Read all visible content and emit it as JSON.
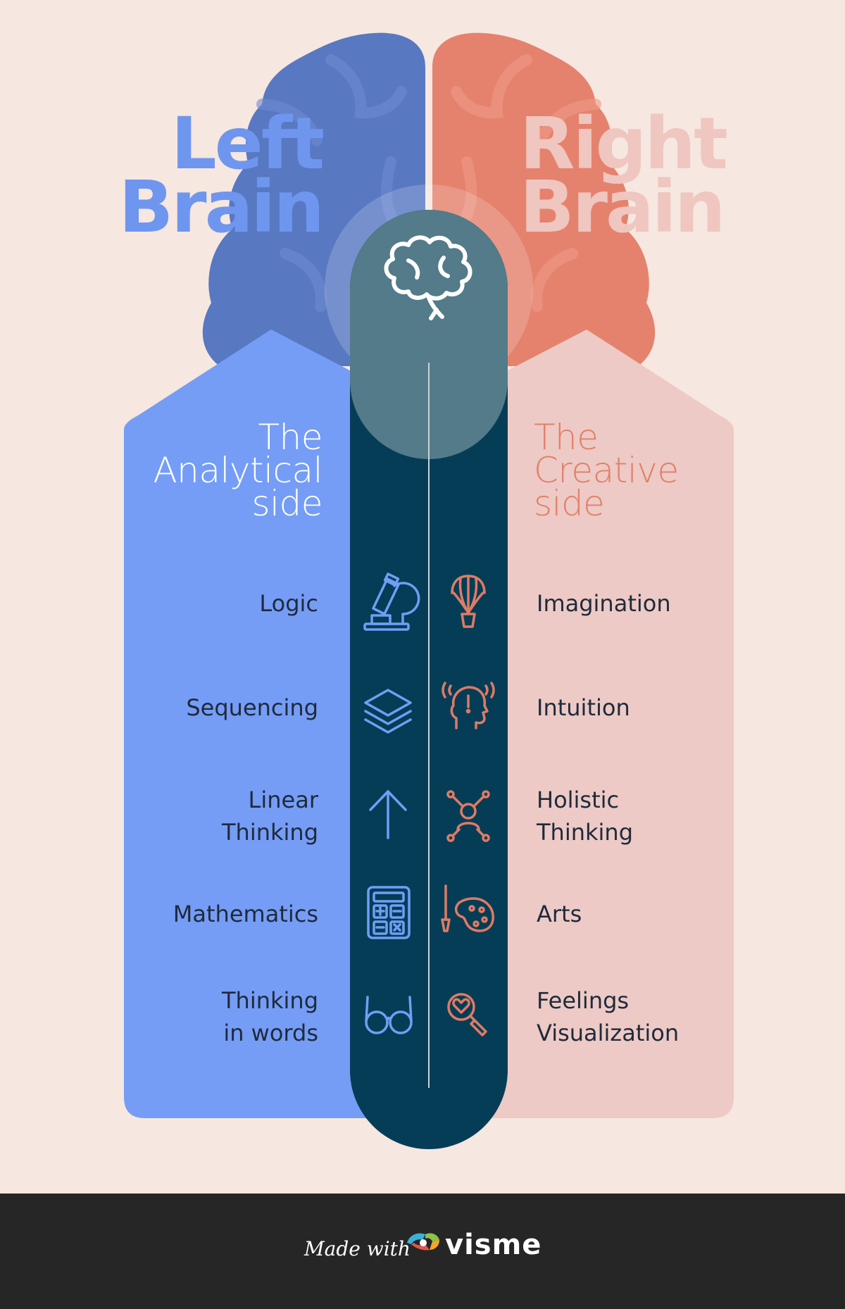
{
  "left": {
    "title_line1": "Left",
    "title_line2": "Brain",
    "subtitle_line1": "The",
    "subtitle_line2": "Analytical",
    "subtitle_line3": "side",
    "items": [
      {
        "line1": "Logic",
        "line2": "",
        "icon": "microscope-icon"
      },
      {
        "line1": "Sequencing",
        "line2": "",
        "icon": "layers-icon"
      },
      {
        "line1": "Linear",
        "line2": "Thinking",
        "icon": "arrow-up-icon"
      },
      {
        "line1": "Mathematics",
        "line2": "",
        "icon": "calculator-icon"
      },
      {
        "line1": "Thinking",
        "line2": "in words",
        "icon": "glasses-icon"
      }
    ]
  },
  "right": {
    "title_line1": "Right",
    "title_line2": "Brain",
    "subtitle_line1": "The",
    "subtitle_line2": "Creative",
    "subtitle_line3": "side",
    "items": [
      {
        "line1": "Imagination",
        "line2": "",
        "icon": "hot-air-balloon-icon"
      },
      {
        "line1": "Intuition",
        "line2": "",
        "icon": "head-intuition-icon"
      },
      {
        "line1": "Holistic",
        "line2": "Thinking",
        "icon": "network-person-icon"
      },
      {
        "line1": "Arts",
        "line2": "",
        "icon": "paint-palette-icon"
      },
      {
        "line1": "Feelings",
        "line2": "Visualization",
        "icon": "heart-magnifier-icon"
      }
    ]
  },
  "center_icon": "brain-icon",
  "footer": {
    "made_with": "Made with",
    "brand": "visme"
  },
  "colors": {
    "background": "#f6e7e0",
    "left_brain": "#5878c2",
    "left_panel": "#759df6",
    "right_brain": "#e5826d",
    "right_panel": "#edcac5",
    "center_column": "#053d57",
    "left_icon": "#6f9ff4",
    "right_icon": "#e07b63",
    "footer": "#262626"
  }
}
